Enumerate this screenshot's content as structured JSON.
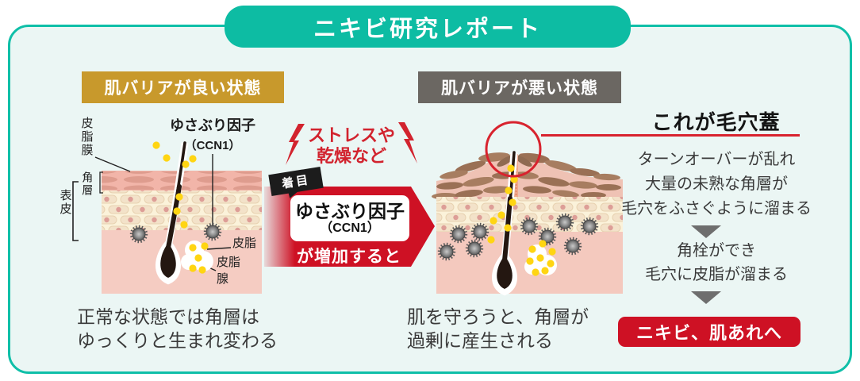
{
  "banner": {
    "title": "ニキビ研究レポート"
  },
  "good_state": {
    "label": "肌バリアが良い状態",
    "annotations": {
      "sebum_film": "皮脂膜",
      "horny_layer": "角層",
      "epidermis": "表皮",
      "factor_name": "ゆさぶり因子",
      "factor_code": "（CCN1）",
      "sebum": "皮脂",
      "sebaceous_gland_l1": "皮脂",
      "sebaceous_gland_l2": "腺"
    },
    "caption_l1": "正常な状態では角層は",
    "caption_l2": "ゆっくりと生まれ変わる"
  },
  "trigger": {
    "line1": "ストレスや",
    "line2": "乾燥など"
  },
  "process_arrow": {
    "focus_tag": "着目",
    "factor_name": "ゆさぶり因子",
    "factor_code": "（CCN1）",
    "suffix": "が増加すると"
  },
  "bad_state": {
    "label": "肌バリアが悪い状態",
    "caption_l1": "肌を守ろうと、角層が",
    "caption_l2": "過剰に産生される"
  },
  "pore_cap": {
    "heading": "これが毛穴蓋",
    "step1": [
      "ターンオーバーが乱れ",
      "大量の未熟な角層が",
      "毛穴をふさぐように溜まる"
    ],
    "step2": [
      "角栓ができ",
      "毛穴に皮脂が溜まる"
    ],
    "result_badge": "ニキビ、肌あれへ"
  },
  "colors": {
    "brand_teal": "#0DBCA3",
    "good_label_bg": "#C8992C",
    "bad_label_bg": "#6B6762",
    "accent_red": "#CE1124",
    "card_bg": "#EBF6F4"
  }
}
